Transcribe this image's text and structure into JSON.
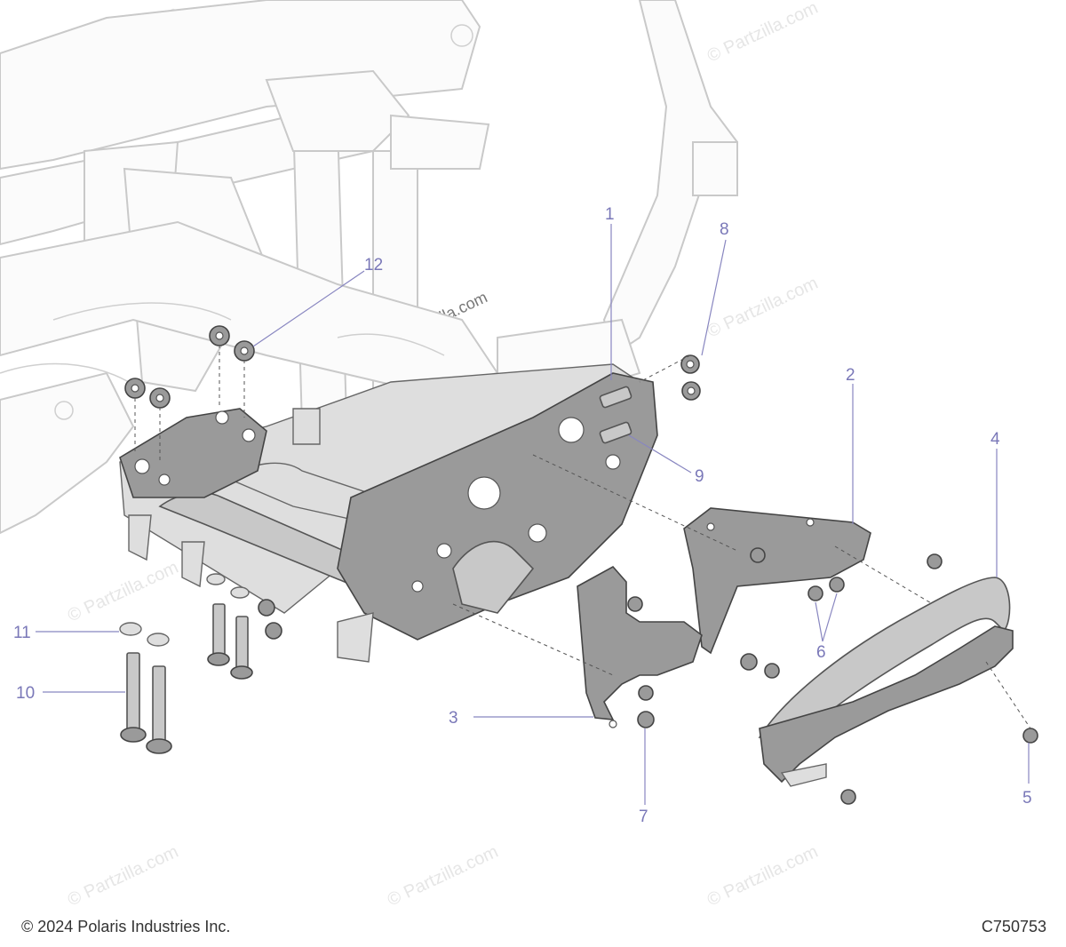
{
  "callouts": [
    {
      "label": "1"
    },
    {
      "label": "2"
    },
    {
      "label": "3"
    },
    {
      "label": "4"
    },
    {
      "label": "5"
    },
    {
      "label": "6"
    },
    {
      "label": "7"
    },
    {
      "label": "8"
    },
    {
      "label": "9"
    },
    {
      "label": "10"
    },
    {
      "label": "11"
    },
    {
      "label": "12"
    }
  ],
  "watermark": "© Partzilla.com",
  "copyright": "© 2024 Polaris Industries Inc.",
  "diagram_code": "C750753"
}
